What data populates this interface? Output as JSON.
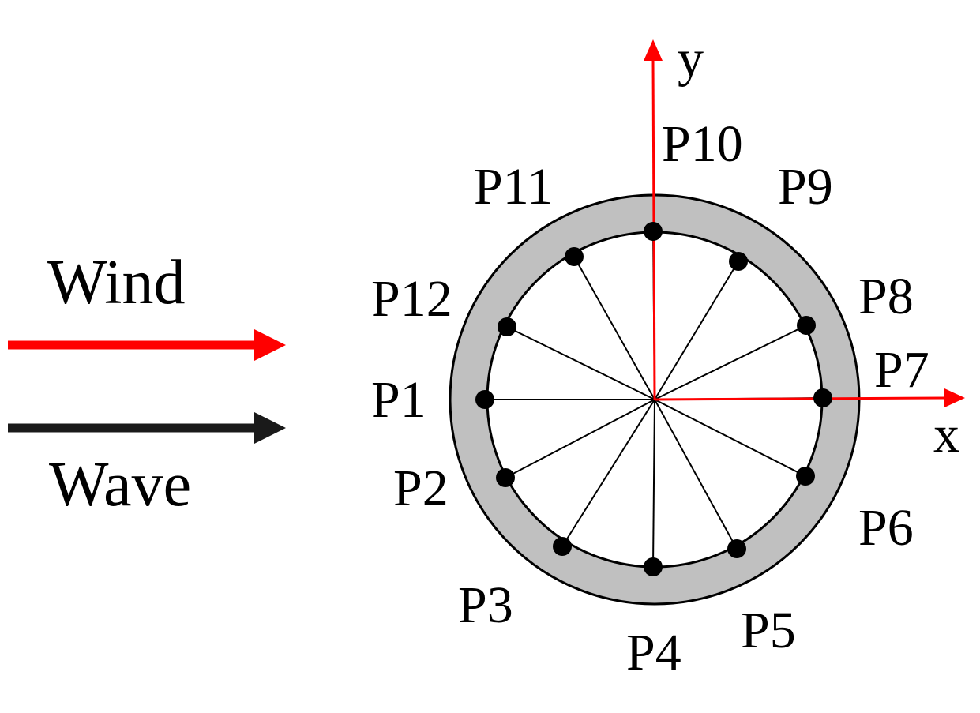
{
  "legend": {
    "wind_label": "Wind",
    "wave_label": "Wave",
    "wind_color": "#ff0000",
    "wave_color": "#1a1a1a"
  },
  "axes": {
    "x_label": "x",
    "y_label": "y",
    "color": "#ff0000"
  },
  "ring": {
    "fill_color": "#c0c0c0",
    "stroke_color": "#000000"
  },
  "points": [
    {
      "label": "P1"
    },
    {
      "label": "P2"
    },
    {
      "label": "P3"
    },
    {
      "label": "P4"
    },
    {
      "label": "P5"
    },
    {
      "label": "P6"
    },
    {
      "label": "P7"
    },
    {
      "label": "P8"
    },
    {
      "label": "P9"
    },
    {
      "label": "P10"
    },
    {
      "label": "P11"
    },
    {
      "label": "P12"
    }
  ]
}
